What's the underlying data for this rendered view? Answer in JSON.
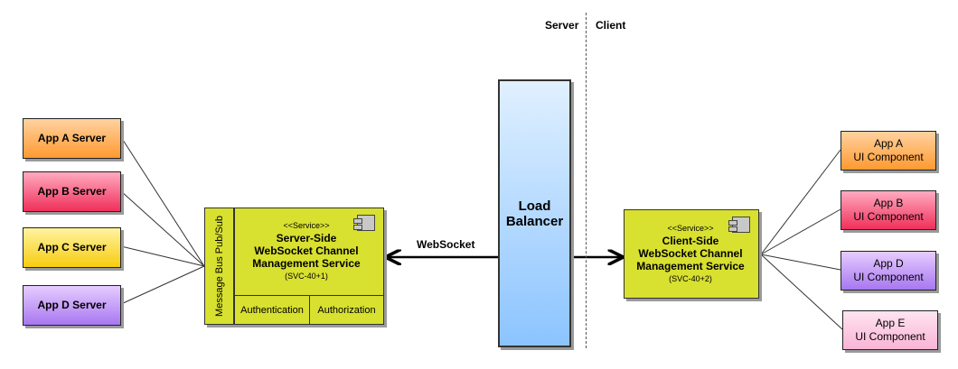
{
  "boundary": {
    "server_label": "Server",
    "client_label": "Client"
  },
  "server_apps": [
    {
      "label": "App A Server",
      "color": "#ff9a30"
    },
    {
      "label": "App B Server",
      "color": "#f0305a"
    },
    {
      "label": "App C Server",
      "color": "#f7cc10"
    },
    {
      "label": "App D Server",
      "color": "#a877f0"
    }
  ],
  "message_bus": {
    "label": "Message Bus Pub/Sub"
  },
  "server_service": {
    "stereotype": "<<Service>>",
    "name_line1": "Server-Side",
    "name_line2": "WebSocket Channel",
    "name_line3": "Management Service",
    "id": "(SVC-40+1)",
    "authentication": "Authentication",
    "authorization": "Authorization"
  },
  "connection": {
    "label": "WebSocket"
  },
  "load_balancer": {
    "line1": "Load",
    "line2": "Balancer"
  },
  "client_service": {
    "stereotype": "<<Service>>",
    "name_line1": "Client-Side",
    "name_line2": "WebSocket Channel",
    "name_line3": "Management Service",
    "id": "(SVC-40+2)"
  },
  "client_apps": [
    {
      "line1": "App A",
      "line2": "UI Component",
      "color": "#ff9a30"
    },
    {
      "line1": "App B",
      "line2": "UI Component",
      "color": "#f0305a"
    },
    {
      "line1": "App D",
      "line2": "UI Component",
      "color": "#a877f0"
    },
    {
      "line1": "App E",
      "line2": "UI Component",
      "color": "#f9b4d6"
    }
  ]
}
